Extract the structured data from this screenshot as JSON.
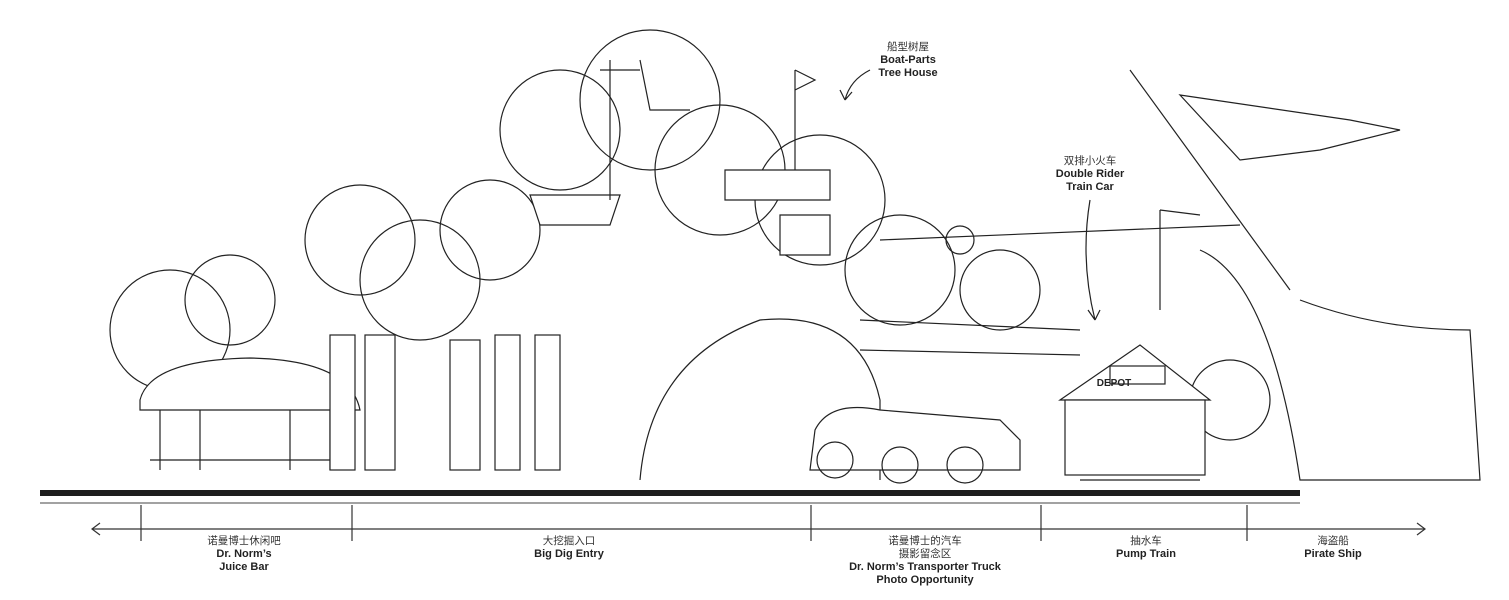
{
  "callouts": [
    {
      "cn": "船型树屋",
      "en1": "Boat-Parts",
      "en2": "Tree House"
    },
    {
      "cn": "双排小火车",
      "en1": "Double Rider",
      "en2": "Train Car"
    }
  ],
  "zones": [
    {
      "cn1": "诺曼博士休闲吧",
      "en1": "Dr. Norm’s",
      "en2": "Juice Bar"
    },
    {
      "cn1": "大挖掘入口",
      "en1": "Big Dig Entry"
    },
    {
      "cn1": "诺曼博士的汽车",
      "cn2": "摄影留念区",
      "en1": "Dr. Norm’s Transporter Truck",
      "en2": "Photo Opportunity"
    },
    {
      "cn1": "抽水车",
      "en1": "Pump Train"
    },
    {
      "cn1": "海盗船",
      "en1": "Pirate Ship"
    }
  ],
  "sign_text": "DEPOT",
  "colors": {
    "ink": "#1e1e1e",
    "paper": "#ffffff"
  }
}
